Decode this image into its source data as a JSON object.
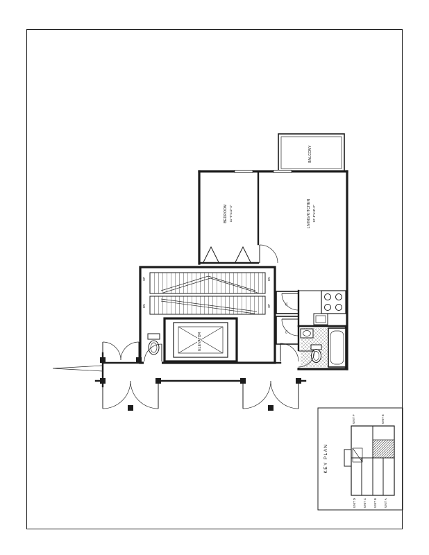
{
  "page": {
    "paper": "#ffffff",
    "ink": "#1c1c1c"
  },
  "plan": {
    "balcony": "BALCONY",
    "bedroom": {
      "name": "BEDROOM",
      "dims": "11'-0\"x12'-4\""
    },
    "living": {
      "name": "LIVING/KITCHEN",
      "dims": "12'-8\"x18'-2\""
    },
    "elevator": "ELEVATOR",
    "up": "UP",
    "dn": "DN",
    "closet": "CL"
  },
  "key_plan": {
    "title": "KEY PLAN",
    "units_top": [
      "UNIT F",
      "UNIT E"
    ],
    "units_bottom": [
      "UNIT D",
      "UNIT C",
      "UNIT B",
      "UNIT A"
    ]
  }
}
